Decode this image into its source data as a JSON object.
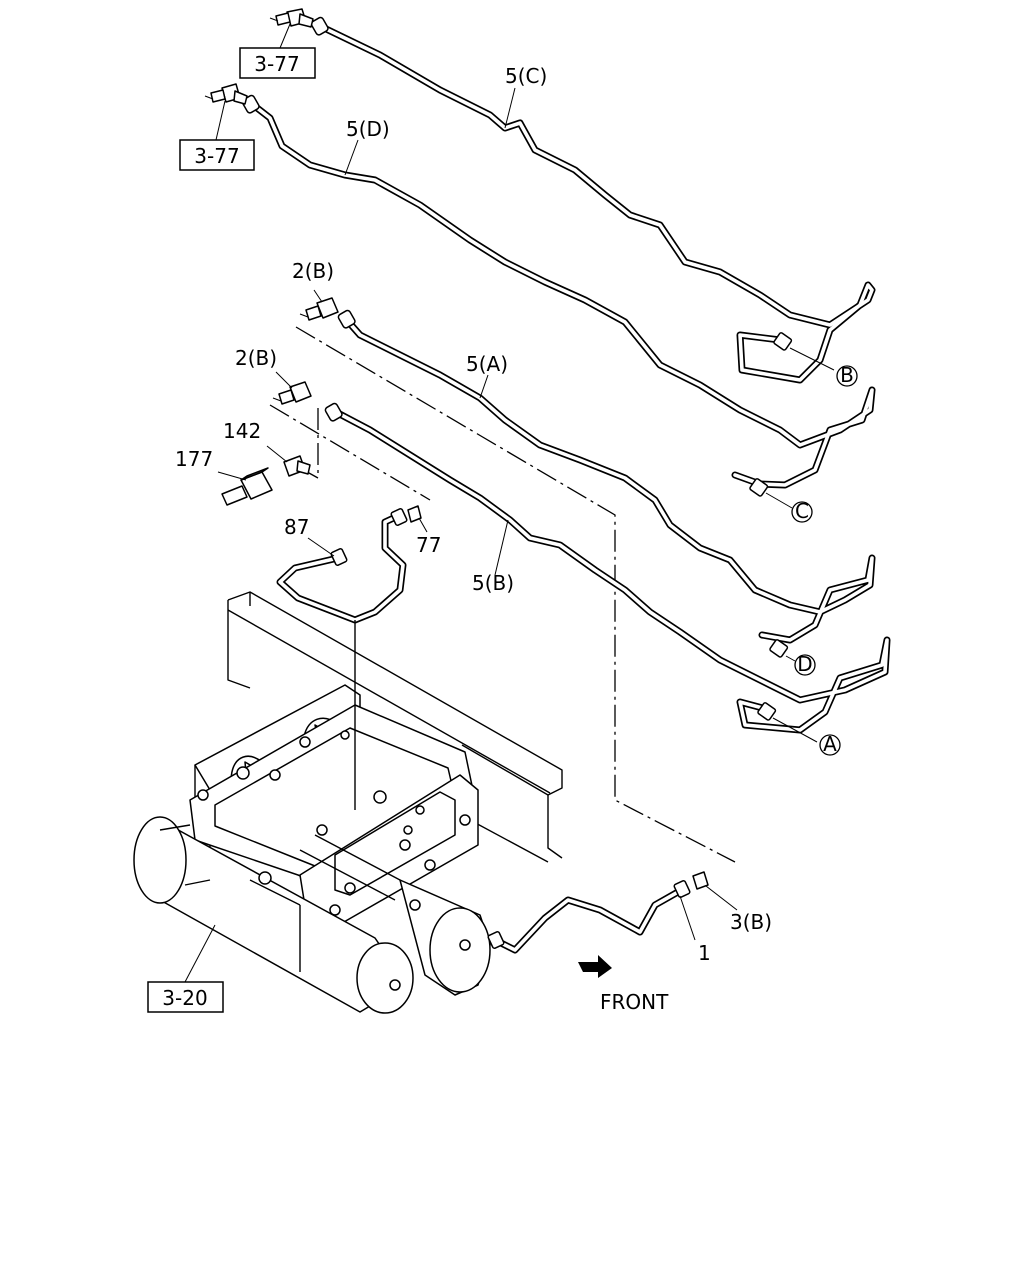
{
  "labels": {
    "ref_3_77_top": "3-77",
    "ref_3_77_second": "3-77",
    "ref_3_20": "3-20",
    "pipe_5c": "5(C)",
    "pipe_5d": "5(D)",
    "pipe_5a": "5(A)",
    "pipe_5b": "5(B)",
    "connector_2b_upper": "2(B)",
    "connector_2b_lower": "2(B)",
    "part_142": "142",
    "part_177": "177",
    "part_87": "87",
    "part_77": "77",
    "part_1": "1",
    "part_3b": "3(B)",
    "callout_a": "A",
    "callout_b": "B",
    "callout_c": "C",
    "callout_d": "D",
    "front": "FRONT"
  }
}
